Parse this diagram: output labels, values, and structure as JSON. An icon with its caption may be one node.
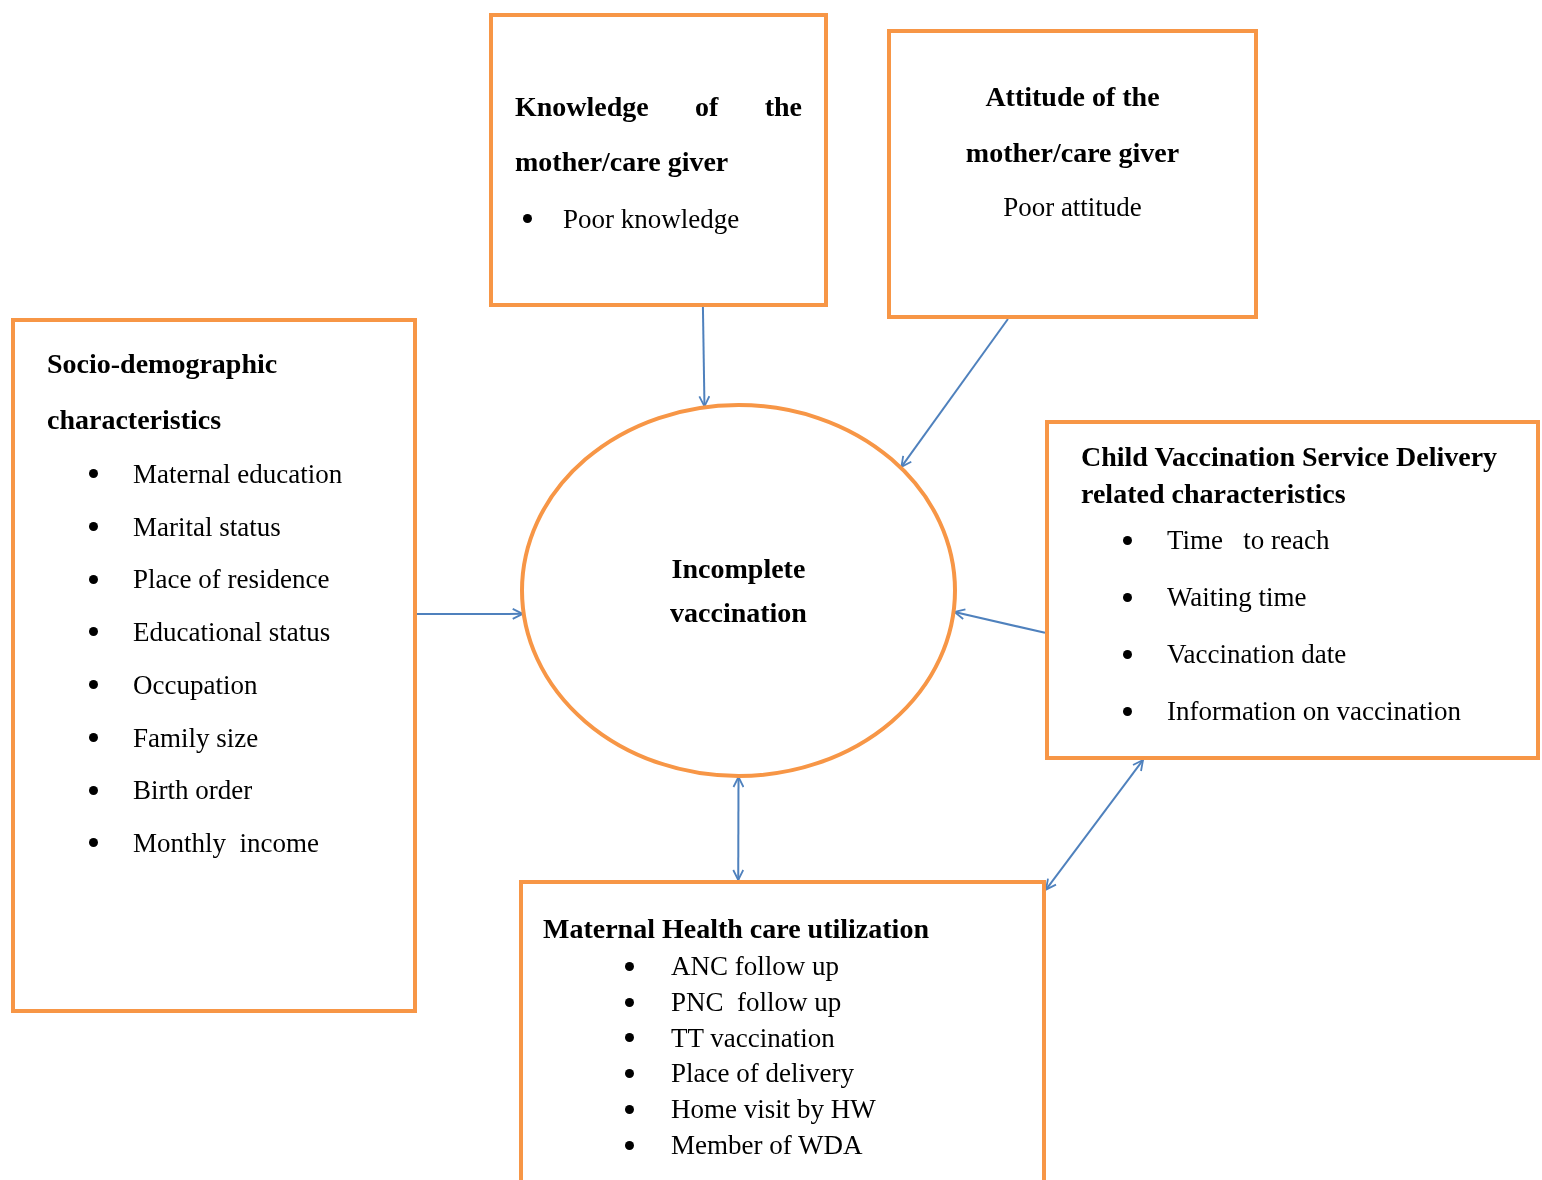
{
  "diagram": {
    "nodes": [
      {
        "text": [
          "Knowledge of the mother/care giver",
          "Poor knowledge"
        ]
      },
      {
        "text": [
          "Attitude of the mother/care giver",
          "Poor attitude"
        ]
      },
      {
        "text": [
          "Socio-demographic characteristics",
          "Maternal education",
          "Marital status",
          "Place of residence",
          "Educational status",
          "Occupation",
          "Family size",
          "Birth order",
          "Monthly  income"
        ]
      },
      {
        "text": [
          "Incomplete vaccination"
        ]
      },
      {
        "text": [
          "Child Vaccination Service Delivery related characteristics",
          "Time   to reach",
          "Waiting time",
          "Vaccination date",
          "Information on vaccination"
        ]
      },
      {
        "text": [
          "Maternal Health care utilization",
          "ANC follow up",
          "PNC  follow up",
          "TT vaccination",
          "Place of delivery",
          "Home visit by HW",
          "Member of WDA"
        ]
      }
    ],
    "edges": [
      {
        "from": 0,
        "to": 3,
        "arrow": "to"
      },
      {
        "from": 1,
        "to": 3,
        "arrow": "to"
      },
      {
        "from": 2,
        "to": 3,
        "arrow": "to"
      },
      {
        "from": 4,
        "to": 3,
        "arrow": "to"
      },
      {
        "from": 3,
        "to": 5,
        "arrow": "both"
      },
      {
        "from": 4,
        "to": 5,
        "arrow": "both"
      }
    ]
  }
}
